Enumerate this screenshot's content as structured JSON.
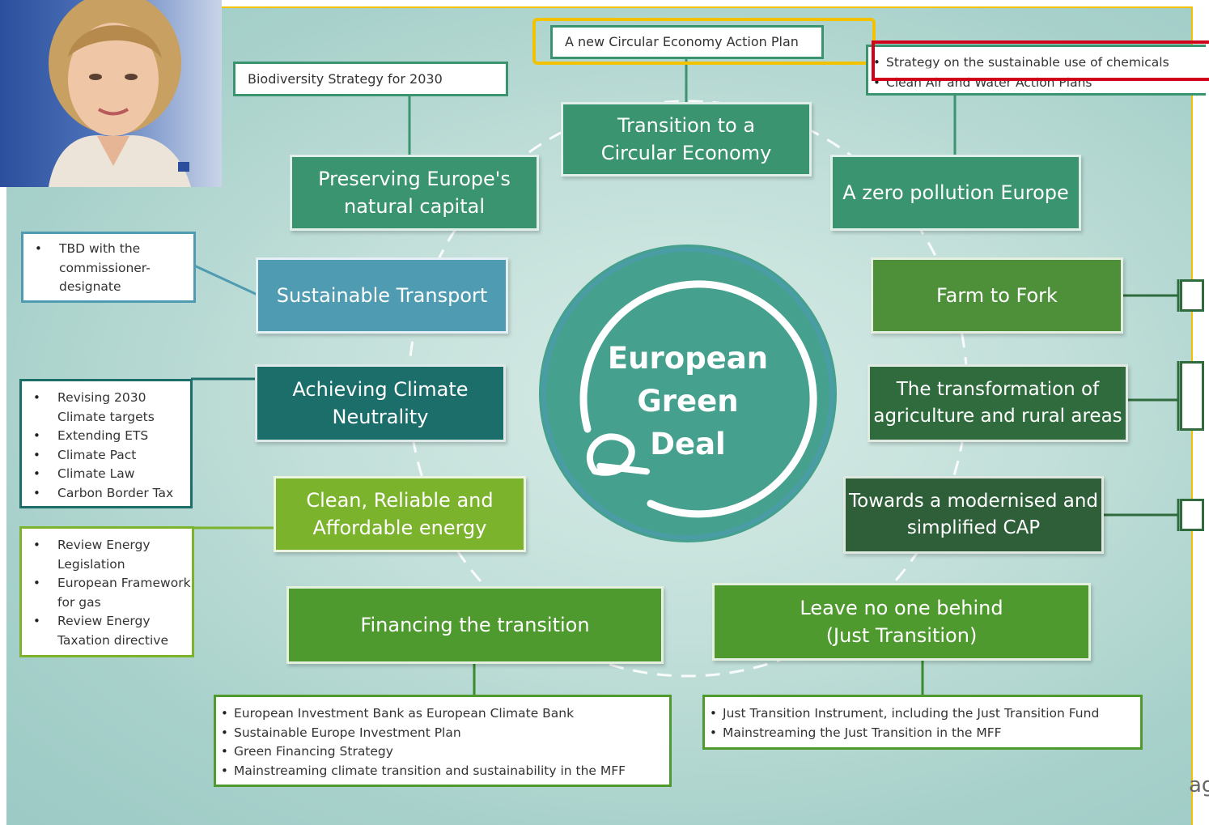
{
  "center": {
    "title_line1": "European",
    "title_line2": "Green",
    "title_line3": "Deal"
  },
  "nodes": {
    "circular_economy": {
      "line1": "Transition to a",
      "line2": "Circular Economy"
    },
    "natural_capital": {
      "line1": "Preserving Europe's",
      "line2": "natural capital"
    },
    "zero_pollution": {
      "label": "A zero pollution Europe"
    },
    "sustainable_transport": {
      "label": "Sustainable Transport"
    },
    "farm_to_fork": {
      "label": "Farm to Fork"
    },
    "climate_neutrality": {
      "line1": "Achieving Climate",
      "line2": "Neutrality"
    },
    "agriculture": {
      "line1": "The transformation of",
      "line2": "agriculture and rural areas"
    },
    "clean_energy": {
      "line1": "Clean, Reliable and",
      "line2": "Affordable energy"
    },
    "cap": {
      "line1": "Towards a modernised and",
      "line2": "simplified CAP"
    },
    "financing": {
      "label": "Financing the transition"
    },
    "just_transition": {
      "line1": "Leave no one behind",
      "line2": "(Just Transition)"
    }
  },
  "notes": {
    "circular_plan": "A new Circular Economy Action Plan",
    "biodiversity": "Biodiversity Strategy for 2030",
    "pollution": [
      "Strategy on the sustainable use of chemicals",
      "Clean Air and Water Action Plans"
    ],
    "transport": [
      "TBD with the commissioner-designate"
    ],
    "climate": [
      "Revising 2030 Climate targets",
      "Extending ETS",
      "Climate Pact",
      "Climate Law",
      "Carbon Border Tax"
    ],
    "energy": [
      "Review Energy Legislation",
      "European Framework for gas",
      "Review Energy Taxation directive"
    ],
    "financing": [
      "European Investment Bank as European Climate Bank",
      "Sustainable Europe Investment Plan",
      "Green Financing Strategy",
      "Mainstreaming climate transition and sustainability in the MFF"
    ],
    "just": [
      "Just Transition Instrument, including the Just Transition Fund",
      "Mainstreaming the Just Transition in the MFF"
    ]
  },
  "partial_text": "ag",
  "colors": {
    "teal_green": "#3a9470",
    "blue_teal": "#4f9bb2",
    "dark_teal": "#1c6e6b",
    "olive_green": "#4e8f3a",
    "dark_green": "#2f6b3c",
    "darkest_green": "#2e5f38",
    "lime_green": "#7cb32c",
    "mid_green": "#4e9a2e",
    "hub": "#45a08e",
    "highlight_yellow": "#f2c200",
    "highlight_red": "#d0021b"
  }
}
